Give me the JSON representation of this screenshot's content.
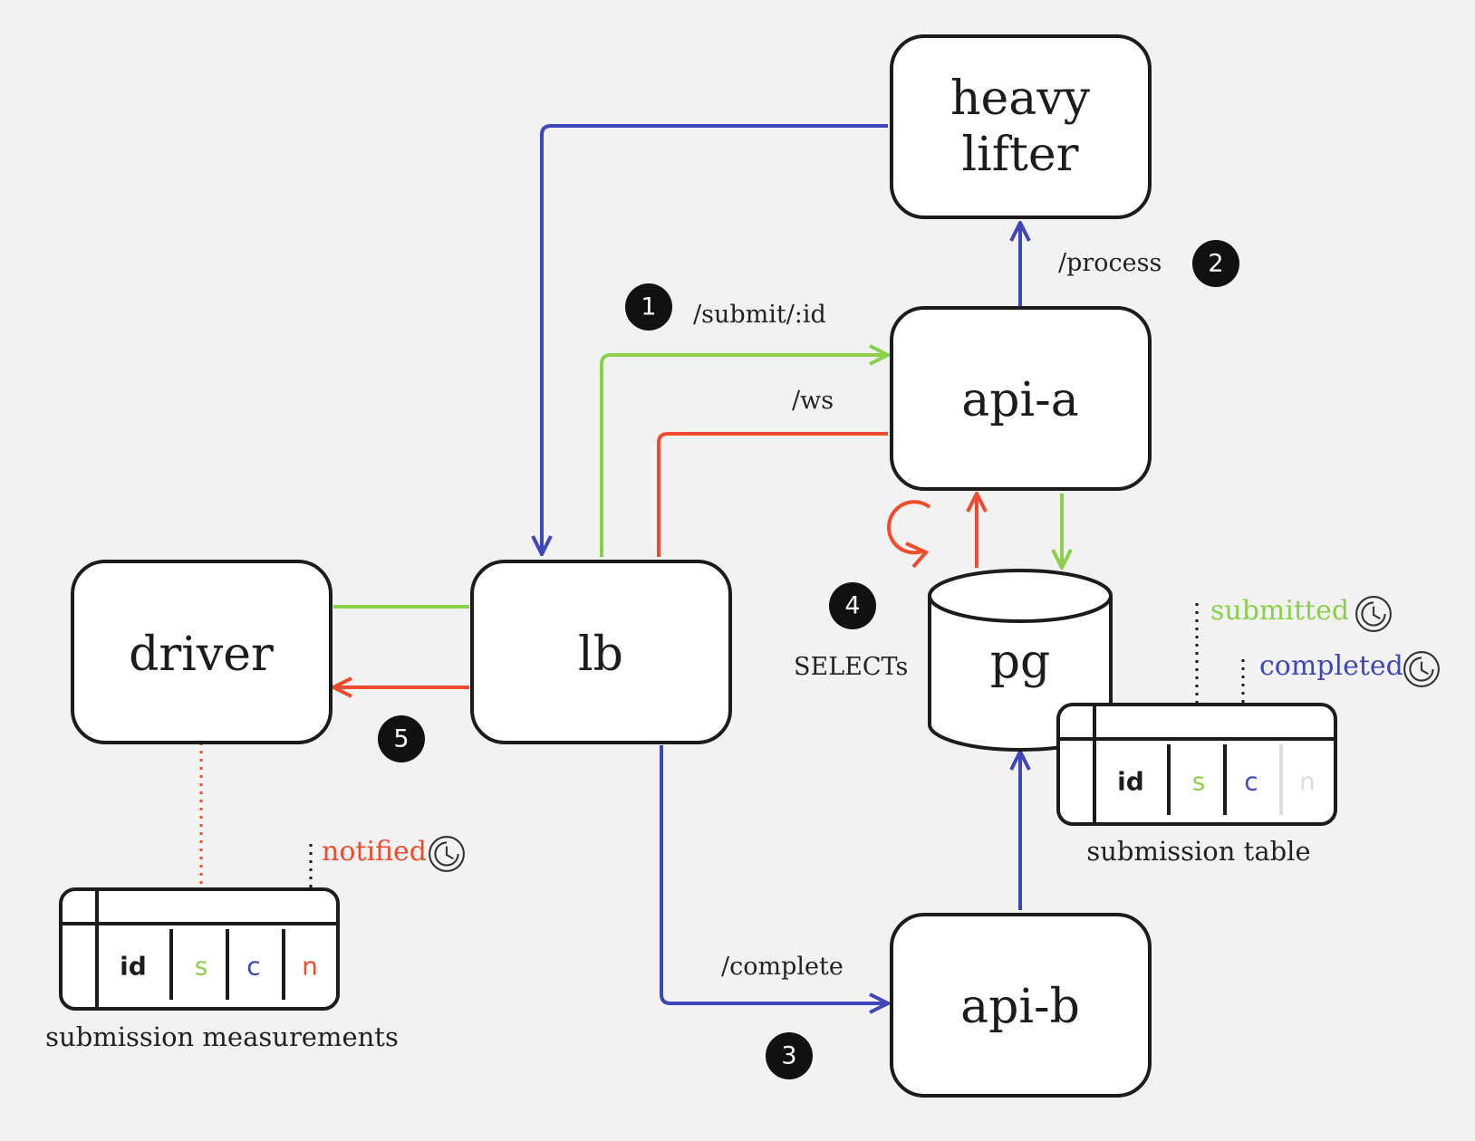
{
  "colors": {
    "green": "#8ccf4a",
    "blue": "#3f46b8",
    "red": "#ef4b2c",
    "dark": "#1c1c1c",
    "faint": "#dddddd"
  },
  "nodes": {
    "heavy_lifter": {
      "line1": "heavy",
      "line2": "lifter"
    },
    "api_a": "api-a",
    "api_b": "api-b",
    "lb": "lb",
    "driver": "driver",
    "pg": "pg"
  },
  "edge_labels": {
    "submit": "/submit/:id",
    "ws": "/ws",
    "process": "/process",
    "complete": "/complete",
    "selects": "SELECTs"
  },
  "badges": {
    "b1": "1",
    "b2": "2",
    "b3": "3",
    "b4": "4",
    "b5": "5"
  },
  "submission_table": {
    "caption": "submission table",
    "columns": [
      "id",
      "s",
      "c",
      "n"
    ],
    "markers": {
      "submitted": "submitted",
      "completed": "completed"
    }
  },
  "measurements_table": {
    "caption": "submission measurements",
    "columns": [
      "id",
      "s",
      "c",
      "n"
    ],
    "markers": {
      "notified": "notified"
    }
  },
  "icons": [
    "clock-icon",
    "refresh-icon",
    "arrow-head-icon"
  ]
}
